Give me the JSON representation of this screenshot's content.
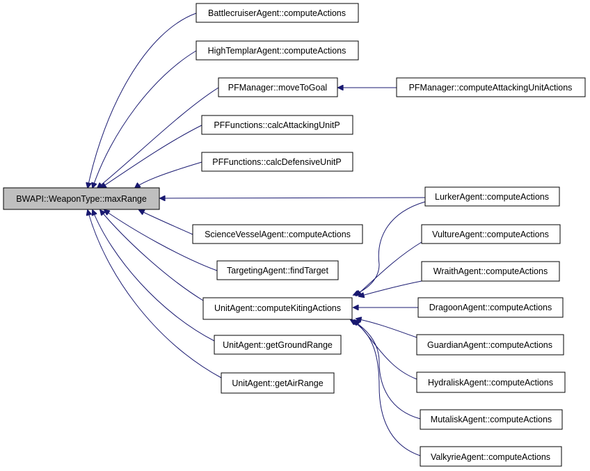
{
  "diagram": {
    "type": "call-graph",
    "colors": {
      "edge": "#191970",
      "root_fill": "#bfbfbf",
      "node_fill": "#ffffff",
      "border": "#000000"
    },
    "root": "BWAPI::WeaponType::maxRange",
    "callers_level1": [
      "BattlecruiserAgent::computeActions",
      "HighTemplarAgent::computeActions",
      "PFManager::moveToGoal",
      "PFFunctions::calcAttackingUnitP",
      "PFFunctions::calcDefensiveUnitP",
      "ScienceVesselAgent::computeActions",
      "TargetingAgent::findTarget",
      "UnitAgent::computeKitingActions",
      "UnitAgent::getGroundRange",
      "UnitAgent::getAirRange"
    ],
    "callers_of_moveToGoal": [
      "PFManager::computeAttackingUnitActions"
    ],
    "callers_of_computeKitingActions": [
      "LurkerAgent::computeActions",
      "VultureAgent::computeActions",
      "WraithAgent::computeActions",
      "DragoonAgent::computeActions",
      "GuardianAgent::computeActions",
      "HydraliskAgent::computeActions",
      "MutaliskAgent::computeActions",
      "ValkyrieAgent::computeActions"
    ],
    "direct_callers_level2": [
      "LurkerAgent::computeActions"
    ]
  }
}
